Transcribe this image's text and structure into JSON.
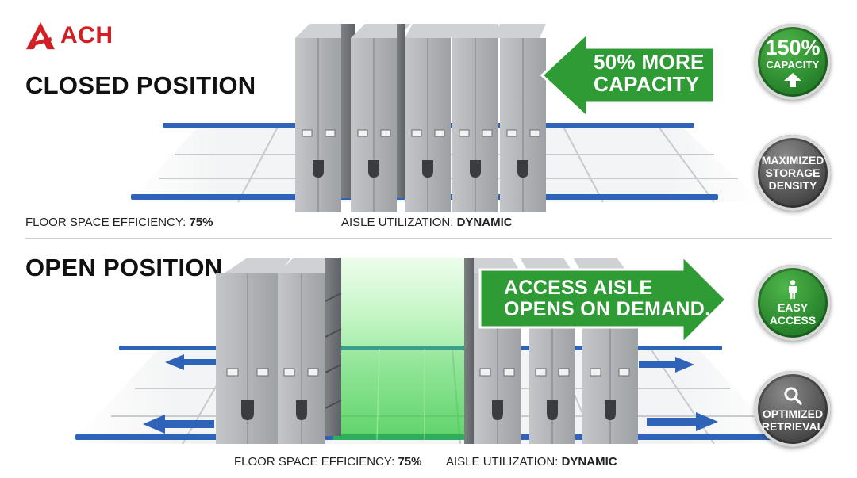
{
  "brand": {
    "name": "ACH",
    "color": "#d21f26"
  },
  "sections": {
    "closed": {
      "title": "CLOSED POSITION",
      "callout": {
        "line1": "50% MORE",
        "line2": "CAPACITY"
      },
      "floor_label": "FLOOR SPACE EFFICIENCY: ",
      "floor_value": "75%",
      "aisle_label": "AISLE UTILIZATION: ",
      "aisle_value": "DYNAMIC"
    },
    "open": {
      "title": "OPEN POSITION",
      "callout": {
        "line1": "ACCESS AISLE",
        "line2": "OPENS ON DEMAND."
      },
      "floor_label": "FLOOR SPACE EFFICIENCY: ",
      "floor_value": "75%",
      "aisle_label": "AISLE UTILIZATION: ",
      "aisle_value": "DYNAMIC"
    }
  },
  "badges": [
    {
      "big": "150%",
      "small": "CAPACITY",
      "icon": "up-arrow-icon",
      "style": "green"
    },
    {
      "lines": [
        "MAXIMIZED",
        "STORAGE",
        "DENSITY"
      ],
      "style": "gray"
    },
    {
      "lines": [
        "EASY",
        "ACCESS"
      ],
      "icon": "person-icon",
      "style": "green"
    },
    {
      "lines": [
        "OPTIMIZED",
        "RETRIEVAL"
      ],
      "icon": "magnifier-icon",
      "style": "gray"
    }
  ],
  "colors": {
    "accent_green": "#2e9b35",
    "rail_blue": "#2f63b8",
    "cabinet_gray": "#a9acb0"
  }
}
